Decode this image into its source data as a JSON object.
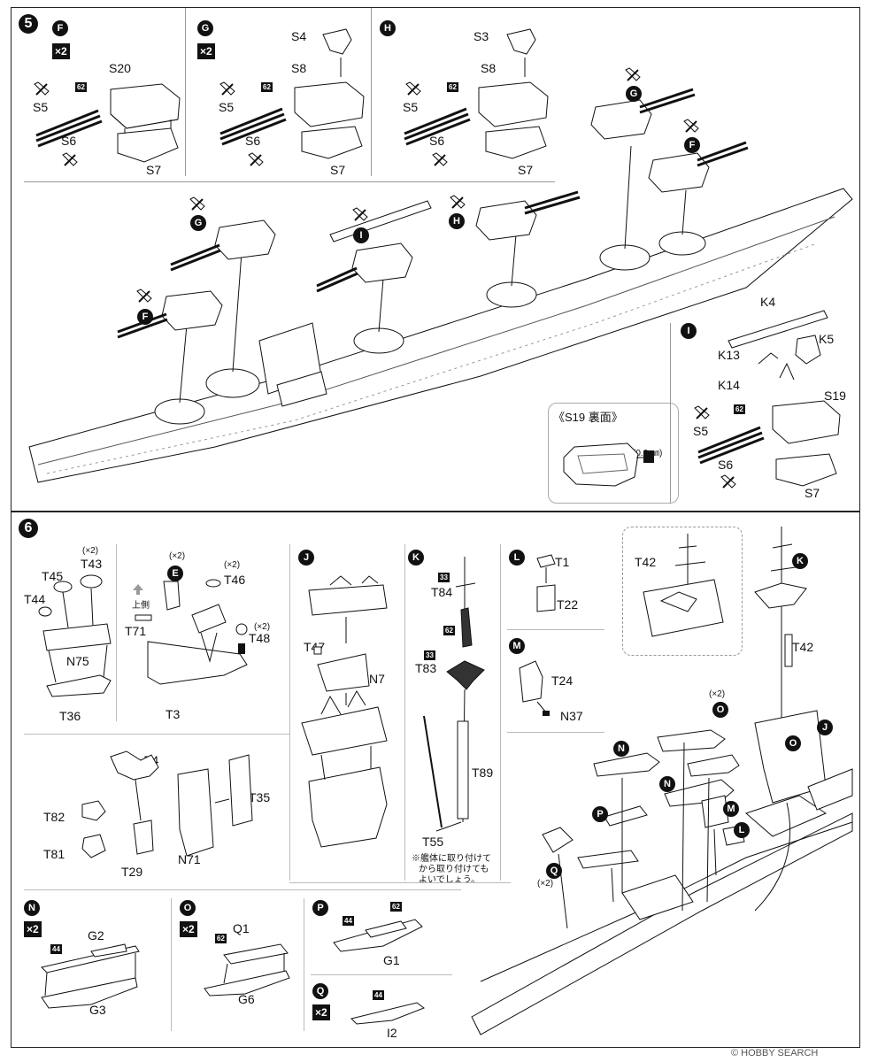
{
  "steps": {
    "s5": {
      "num": "5"
    },
    "s6": {
      "num": "6"
    }
  },
  "markers": {
    "F": "F",
    "G": "G",
    "H": "H",
    "I": "I",
    "J": "J",
    "K": "K",
    "L": "L",
    "M": "M",
    "N": "N",
    "O": "O",
    "P": "P",
    "Q": "Q",
    "E": "E"
  },
  "multipliers": {
    "x2": "×2",
    "paren_x2": "(×2)"
  },
  "paint_codes": {
    "c62": "62",
    "c44": "44",
    "c33": "33"
  },
  "s5_labels": {
    "S20": "S20",
    "S5": "S5",
    "S6": "S6",
    "S7": "S7",
    "S8": "S8",
    "S4": "S4",
    "S3": "S3",
    "S19": "S19",
    "K4": "K4",
    "K5": "K5",
    "K13": "K13",
    "K14": "K14"
  },
  "s19_back": {
    "title": "《S19 裏面》",
    "drill": "(0.6 ㎜)"
  },
  "s6_labels": {
    "T45": "T45",
    "T43": "T43",
    "T44": "T44",
    "N75": "N75",
    "T36": "T36",
    "T71": "T71",
    "upper_side": "上側",
    "T46": "T46",
    "T48": "T48",
    "T3": "T3",
    "T47": "T47",
    "N7": "N7",
    "T84": "T84",
    "T83": "T83",
    "T89": "T89",
    "T55": "T55",
    "T1": "T1",
    "T22": "T22",
    "T24": "T24",
    "N37": "N37",
    "T42": "T42",
    "T4": "T4",
    "T82": "T82",
    "T81": "T81",
    "T29": "T29",
    "N71": "N71",
    "T35": "T35",
    "G2": "G2",
    "G3": "G3",
    "Q1": "Q1",
    "G6": "G6",
    "G1": "G1",
    "I2": "I2"
  },
  "note_t55": [
    "※艦体に取り付けて",
    "から取り付けても",
    "よいでしょう。"
  ],
  "watermark": "© HOBBY SEARCH"
}
